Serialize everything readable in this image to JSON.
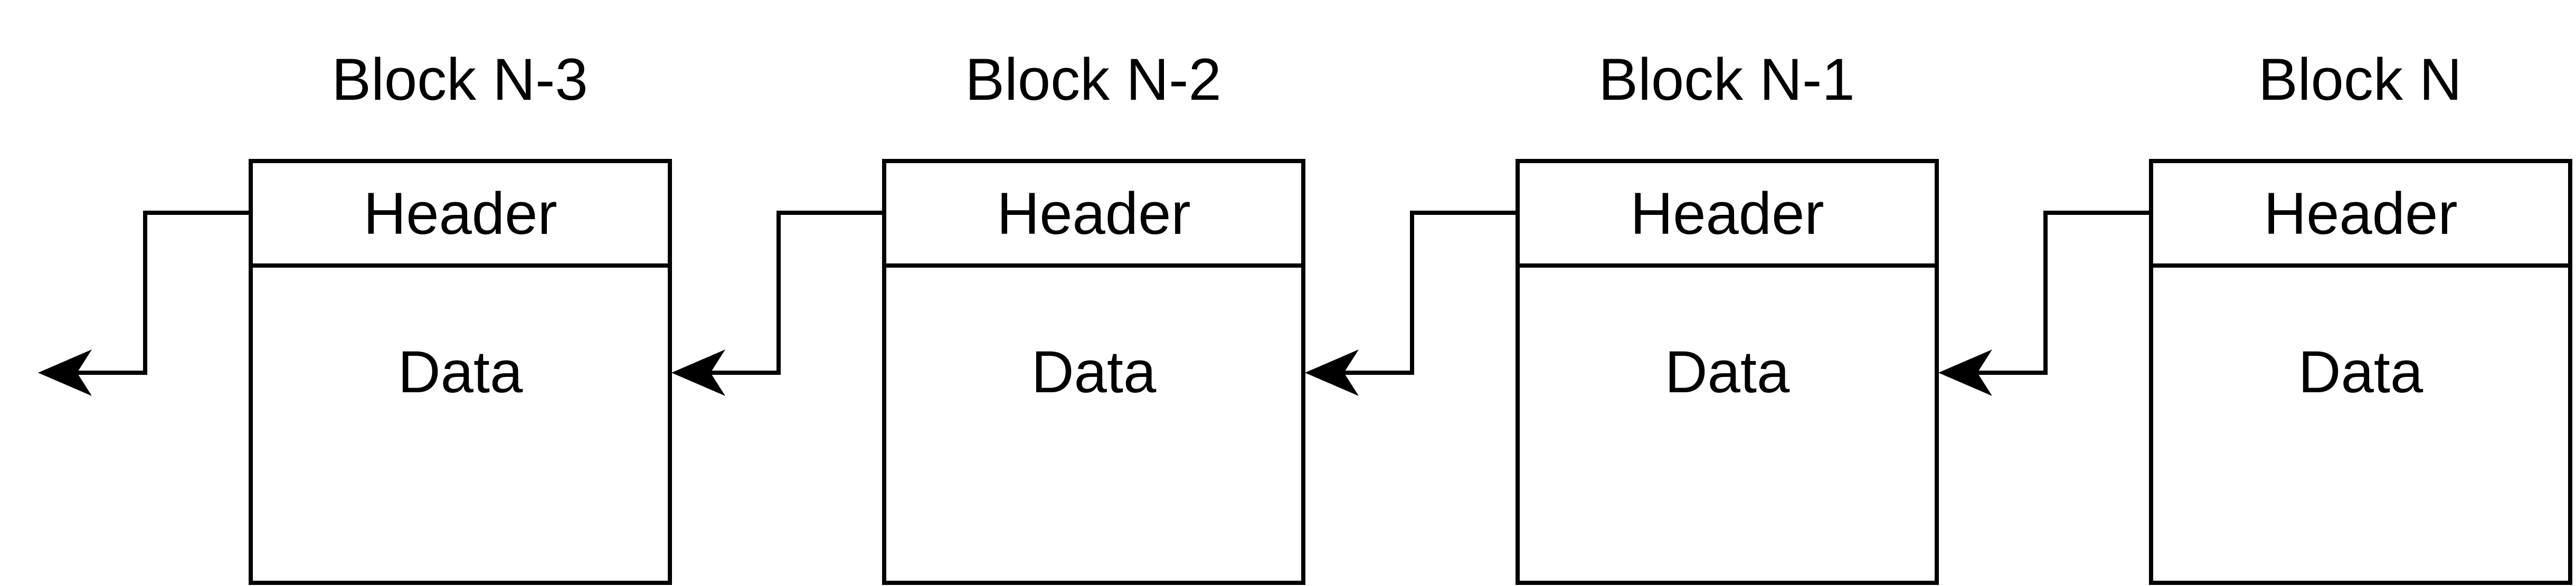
{
  "diagram": {
    "blocks": [
      {
        "title": "Block N-3",
        "header": "Header",
        "data": "Data"
      },
      {
        "title": "Block N-2",
        "header": "Header",
        "data": "Data"
      },
      {
        "title": "Block N-1",
        "header": "Header",
        "data": "Data"
      },
      {
        "title": "Block N",
        "header": "Header",
        "data": "Data"
      }
    ],
    "colors": {
      "stroke": "#000000",
      "fill": "#ffffff"
    }
  }
}
